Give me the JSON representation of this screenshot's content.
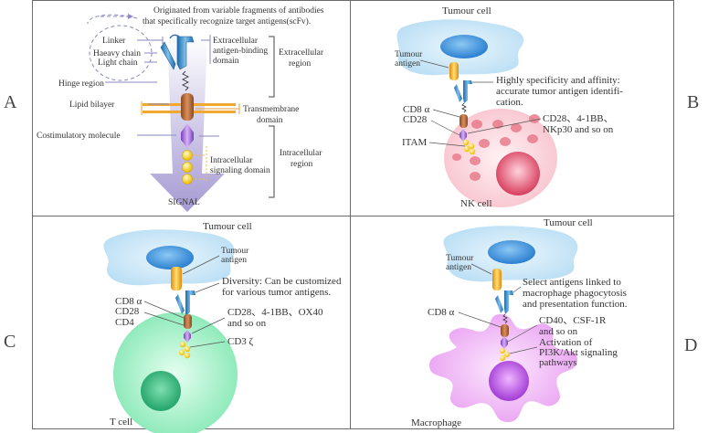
{
  "panel_letters": {
    "a": "A",
    "b": "B",
    "c": "C",
    "d": "D"
  },
  "panel_a": {
    "origin_note_line1": "Originated from variable fragments of antibodies",
    "origin_note_line2": "that specifically recognize target antigens(scFv).",
    "linker": "Linker",
    "heavy_chain": "Haeavy chain",
    "light_chain": "Light chain",
    "hinge_region": "Hinge region",
    "lipid_bilayer": "Lipid bilayer",
    "costimulatory": "Costimulatory molecule",
    "abd_line1": "Extracellular",
    "abd_line2": "antigen-binding",
    "abd_line3": "domain",
    "extracellular_line1": "Extracellular",
    "extracellular_line2": "region",
    "transmembrane_line1": "Transmembrane",
    "transmembrane_line2": "domain",
    "isd_line1": "Intracellular",
    "isd_line2": "signaling domain",
    "intracellular_line1": "Intracellular",
    "intracellular_line2": "region",
    "signal": "SIGNAL"
  },
  "panel_b": {
    "tumour_cell": "Tumour cell",
    "tumour_antigen_line1": "Tumour",
    "tumour_antigen_line2": "antigen",
    "note_line1": "Highly specificity and affinity:",
    "note_line2": "accurate tumor antigen identifi-",
    "note_line3": "cation.",
    "cd8": "CD8 α",
    "cd28": "CD28",
    "cost_line1": "CD28、4-1BB、",
    "cost_line2": "NKp30 and so on",
    "itam": "ITAM",
    "cell_label": "NK cell"
  },
  "panel_c": {
    "tumour_cell": "Tumour cell",
    "tumour_antigen_line1": "Tumour",
    "tumour_antigen_line2": "antigen",
    "note_line1": "Diversity: Can be customized",
    "note_line2": "for various tumor antigens.",
    "cd8": "CD8 α",
    "cd28": "CD28",
    "cd4": "CD4",
    "cost_line1": "CD28、4-1BB、OX40",
    "cost_line2": "and so on",
    "cd3": "CD3 ζ",
    "cell_label": "T cell"
  },
  "panel_d": {
    "tumour_cell": "Tumour cell",
    "tumour_antigen_line1": "Tumour",
    "tumour_antigen_line2": "antigen",
    "note_line1": "Select antigens linked to",
    "note_line2": "macrophage phagocytosis",
    "note_line3": "and presentation function.",
    "cd8": "CD8 α",
    "cost_line1": "CD40、CSF-1R",
    "cost_line2": "and so on",
    "act_line1": "Activation of",
    "act_line2": "PI3K/Akt signaling",
    "act_line3": "pathways",
    "cell_label": "Macrophage"
  },
  "colors": {
    "tumour_cell": "#cfe8f7",
    "tumour_nucleus": "#3a8fd8",
    "nk_cell": "#fcdbe0",
    "nk_nucleus": "#e0405e",
    "t_cell": "#9ff0c4",
    "t_nucleus": "#2ebd7a",
    "macrophage": "#f2b9f6",
    "macrophage_nucleus": "#b34ad8",
    "antigen": "#f2b624",
    "scfv": "#3a8cc8",
    "hinge": "#b86e3c",
    "costim": "#a26bd6",
    "itam": "#f5d215",
    "arrow": "#a59ad2"
  }
}
